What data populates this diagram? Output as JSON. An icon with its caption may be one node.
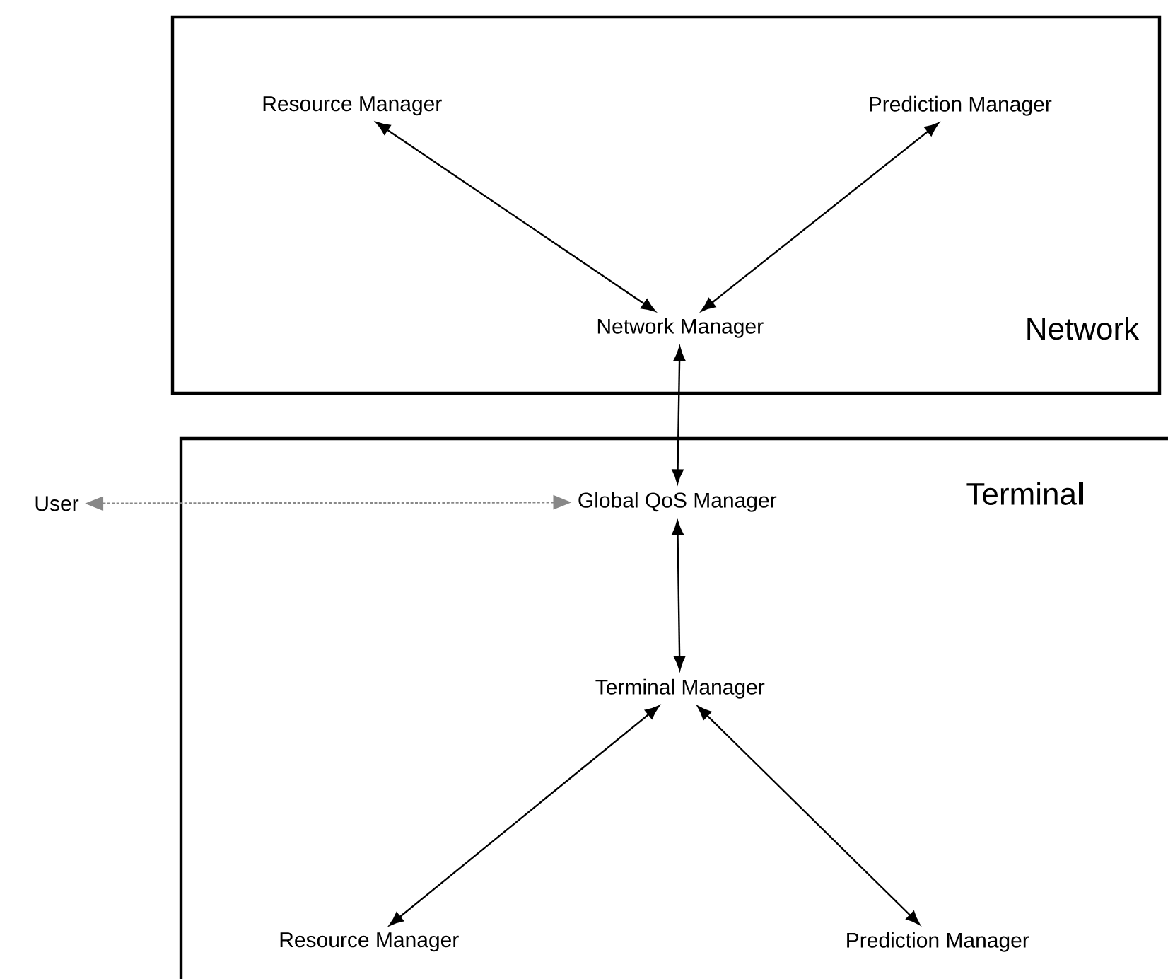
{
  "diagram": {
    "nodes": [
      {
        "text": [
          "Network"
        ]
      },
      {
        "text": [
          "Resource Manager"
        ],
        "in": 0
      },
      {
        "text": [
          "Prediction Manager"
        ],
        "in": 0
      },
      {
        "text": [
          "Network Manager"
        ],
        "in": 0
      },
      {
        "text": [
          "Termina**l**"
        ]
      },
      {
        "text": [
          "Global QoS Manager"
        ],
        "in": 4
      },
      {
        "text": [
          "Terminal Manager"
        ],
        "in": 4
      },
      {
        "text": [
          "Resource Manager"
        ],
        "in": 4
      },
      {
        "text": [
          "Prediction Manager"
        ],
        "in": 4
      },
      {
        "text": [
          "User"
        ]
      }
    ],
    "edges": [
      {
        "from": 1,
        "to": 3,
        "arrow": "both"
      },
      {
        "from": 2,
        "to": 3,
        "arrow": "both"
      },
      {
        "from": 3,
        "to": 5,
        "arrow": "both"
      },
      {
        "from": 5,
        "to": 6,
        "arrow": "both"
      },
      {
        "from": 6,
        "to": 7,
        "arrow": "both"
      },
      {
        "from": 6,
        "to": 8,
        "arrow": "both"
      },
      {
        "from": 9,
        "to": 5,
        "arrow": "both",
        "style": "dashed",
        "color": "#888888"
      }
    ]
  }
}
